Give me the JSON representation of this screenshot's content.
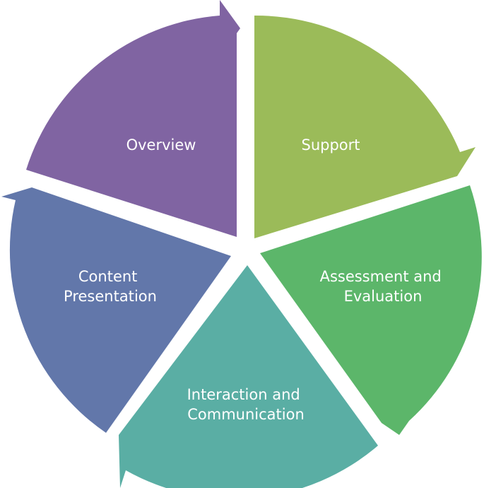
{
  "diagram": {
    "type": "segmented-cycle",
    "segments": [
      {
        "id": "overview",
        "lines": [
          "Overview"
        ],
        "color": "#8064a2"
      },
      {
        "id": "support",
        "lines": [
          "Support"
        ],
        "color": "#9bbb59"
      },
      {
        "id": "assessment",
        "lines": [
          "Assessment and",
          "Evaluation"
        ],
        "color": "#5cb66a"
      },
      {
        "id": "interaction",
        "lines": [
          "Interaction and",
          "Communication"
        ],
        "color": "#5aaea4"
      },
      {
        "id": "content",
        "lines": [
          "Content",
          "Presentation"
        ],
        "color": "#6277aa"
      }
    ]
  }
}
